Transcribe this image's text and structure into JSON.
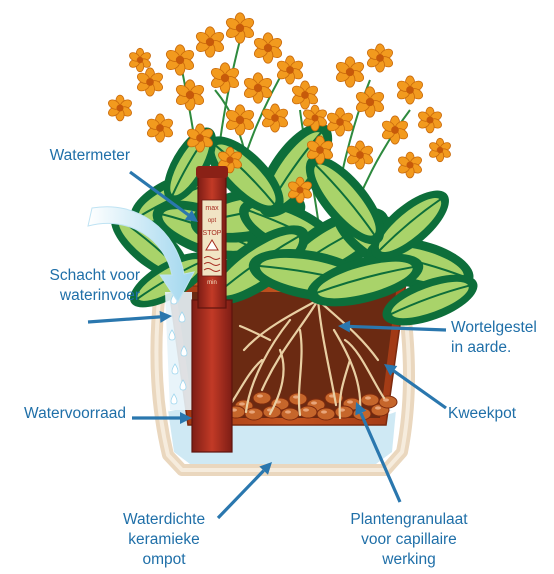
{
  "colors": {
    "label_text": "#1f6fa8",
    "arrow": "#2a77ae",
    "water": "#cfe9f4",
    "pot_terracotta": "#b9471c",
    "outer_pot_rim": "#ead7be",
    "soil": "#6b2a12",
    "leaf_dark": "#0d6e3a",
    "leaf_light": "#a9d36a",
    "flower_orange": "#f29a1e",
    "meter_red": "#a52b1f"
  },
  "labels": {
    "watermeter": "Watermeter",
    "schacht": "Schacht voor\nwaterinvoer",
    "watervoorraad": "Watervoorraad",
    "waterdichte": "Waterdichte\nkeramieke\nompot",
    "wortelgestel": "Wortelgestel\nin aarde.",
    "kweekpot": "Kweekpot",
    "plantengranulaat": "Plantengranulaat\nvoor capillaire\nwerking"
  },
  "meter": {
    "max_text": "max",
    "opt_text": "opt",
    "min_text": "min",
    "stop_text": "STOP"
  }
}
